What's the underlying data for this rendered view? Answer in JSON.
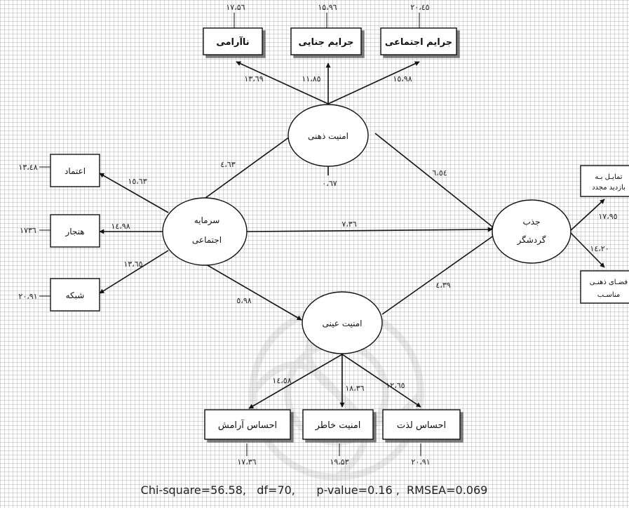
{
  "latent": {
    "social_capital": {
      "line1": "سرمایه",
      "line2": "اجتماعی"
    },
    "mental_security": {
      "label": "امنیت ذهنی"
    },
    "objective_security": {
      "label": "امنیت عینی"
    },
    "tourist_attraction": {
      "line1": "جذب",
      "line2": "گردشگر"
    }
  },
  "indicators": {
    "unrest": "ناآرامی",
    "criminal_offenses": "جرایم جنایی",
    "social_offenses": "جرایم اجتماعی",
    "trust": "اعتماد",
    "norm": "هنجار",
    "network": "شبکه",
    "revisit_line1": "تمایـل بـه",
    "revisit_line2": "بازدید مجدد",
    "mental_space_line1": "فضـای ذهنـی",
    "mental_space_line2": "مناسـب",
    "calmness": "احساس آرامش",
    "peace_of_mind": "امنیت خاطر",
    "pleasure": "احساس لذت"
  },
  "error_values": {
    "unrest": "۱۷،۵٦",
    "criminal_offenses": "۱۵،۹٦",
    "social_offenses": "۲۰،٤٥",
    "trust": "۱۳،٤۸",
    "norm": "۱۷۳٦",
    "network": "۲۰،۹۱",
    "calmness": "۱۷،۳٦",
    "peace_of_mind": "۱۹،۵۳",
    "pleasure": "۲۰،۹۱",
    "mental_security": "۰،٦۷"
  },
  "path_values": {
    "mental_to_unrest": "۱۳،٦۹",
    "mental_to_criminal": "۱۱،۸٥",
    "mental_to_social": "۱٥،۹۸",
    "social_capital_to_trust": "۱٥،٦۳",
    "social_capital_to_norm": "۱٤،۹۸",
    "social_capital_to_network": "۱۳،٦٥",
    "social_capital_to_mental": "٤،٦۳",
    "social_capital_to_attraction": "۷،۳٦",
    "social_capital_to_objective": "٥،۹۸",
    "mental_to_attraction": "٦،٥٤",
    "objective_to_attraction": "٤،۳۹",
    "attraction_to_revisit": "۱۷،۹٥",
    "attraction_to_mental_space": "۱٤،۲۰",
    "objective_to_calmness": "۱٤،٥۸",
    "objective_to_peace": "۱۸،۳٦",
    "objective_to_pleasure": "۱۲،٦٥"
  },
  "fit_statistics": "Chi-square=56.58,   df=70,      p-value=0.16 ,  RMSEA=0.069"
}
